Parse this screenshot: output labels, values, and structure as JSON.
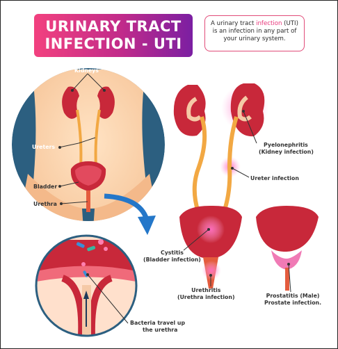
{
  "title": {
    "line1": "URINARY TRACT",
    "line2": "INFECTION - UTI"
  },
  "definition": {
    "pre": "A urinary tract ",
    "highlight": "infection",
    "post1": " (UTI)",
    "line2": "is an infection in any part of",
    "line3": "your urinary system."
  },
  "labels": {
    "kidneys": "Kidneys",
    "ureters": "Ureters",
    "bladder": "Bladder",
    "urethra": "Urethra",
    "pyelo_1": "Pyelonephritis",
    "pyelo_2": "(Kidney infection)",
    "ureter_inf": "Ureter infection",
    "cystitis_1": "Cystitis",
    "cystitis_2": "(Bladder infection)",
    "urethritis_1": "Urethritis",
    "urethritis_2": "(Urethra infection)",
    "prost_1": "Prostatitis (Male)",
    "prost_2": "Prostate infection.",
    "bact_1": "Bacteria travel up",
    "bact_2": "the urethra"
  },
  "colors": {
    "accent": "#e8357a",
    "banner_start": "#f2417f",
    "banner_end": "#7b1fa2",
    "kidney": "#c8283a",
    "ureter": "#f2a843",
    "circle_bg": "#2c5f80",
    "arrow": "#2477c9"
  }
}
